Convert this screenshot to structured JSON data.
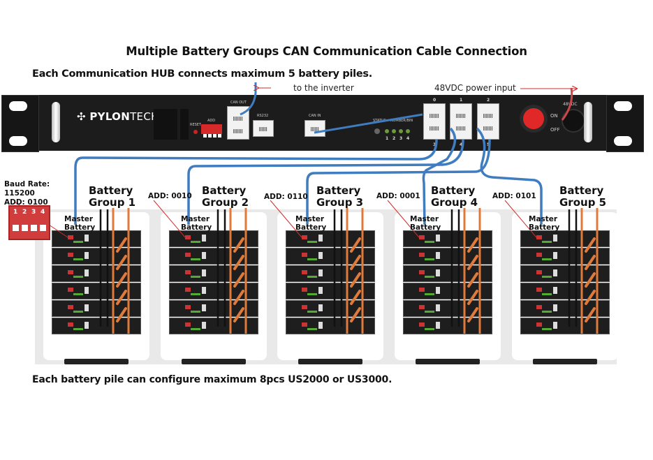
{
  "title": "Multiple Battery Groups CAN Communication Cable Connection",
  "subtitle": "Each Communication HUB connects maximum 5 battery piles.",
  "footer": "Each battery pile can configure maximum 8pcs US2000 or US3000.",
  "annotations": {
    "inverter": "to the inverter",
    "power": "48VDC power input"
  },
  "hub": {
    "brand_bold": "PYLON",
    "brand_light": "TECH",
    "labels": {
      "reset": "RESET",
      "add": "ADD",
      "can_out": "CAN OUT",
      "rs232": "RS232",
      "can_in": "CAN IN",
      "status": "STATUS",
      "number_bin": "NUMBER/BIN",
      "on": "ON",
      "off": "OFF",
      "dc": "48VDC"
    },
    "led_numbers": [
      "1",
      "2",
      "3",
      "4"
    ],
    "port_numbers_top": [
      "0",
      "1",
      "2"
    ],
    "port_numbers_bottom": [
      "3",
      "4",
      "5"
    ]
  },
  "dip": {
    "baud_label": "Baud Rate:",
    "baud_value": "115200",
    "add_value": "ADD: 0100",
    "switch_numbers": [
      "1",
      "2",
      "3",
      "4"
    ]
  },
  "groups": [
    {
      "name_line1": "Battery",
      "name_line2": "Group 1",
      "address": "",
      "master_line1": "Master",
      "master_line2": "Battery"
    },
    {
      "name_line1": "Battery",
      "name_line2": "Group 2",
      "address": "ADD: 0010",
      "master_line1": "Master",
      "master_line2": "Battery"
    },
    {
      "name_line1": "Battery",
      "name_line2": "Group 3",
      "address": "ADD: 0110",
      "master_line1": "Master",
      "master_line2": "Battery"
    },
    {
      "name_line1": "Battery",
      "name_line2": "Group 4",
      "address": "ADD: 0001",
      "master_line1": "Master",
      "master_line2": "Battery"
    },
    {
      "name_line1": "Battery",
      "name_line2": "Group 5",
      "address": "ADD: 0101",
      "master_line1": "Master",
      "master_line2": "Battery"
    }
  ],
  "colors": {
    "can_cable": "#3f7cc0",
    "power_cable": "#e07a3a",
    "arrow": "#d42b2b",
    "power_cable_in": "#c9474b"
  }
}
